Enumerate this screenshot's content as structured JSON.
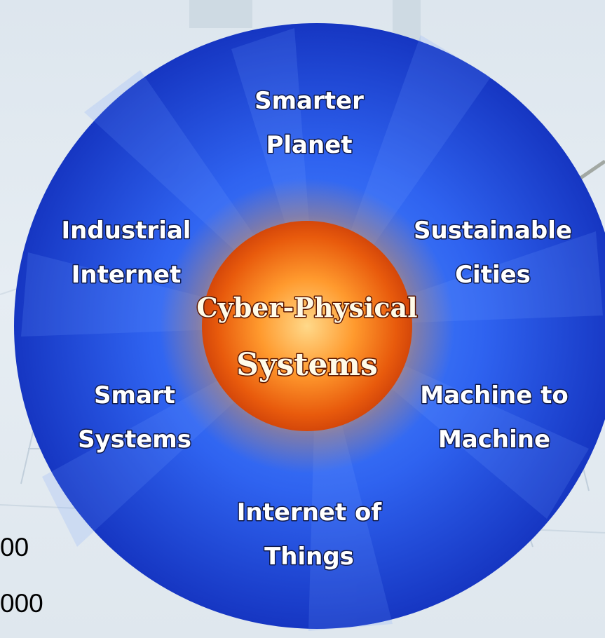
{
  "center": {
    "line1": "Cyber-Physical",
    "line2": "Systems"
  },
  "nodes": [
    {
      "id": "smarter-planet",
      "line1": "Smarter",
      "line2": "Planet"
    },
    {
      "id": "sustainable-cities",
      "line1": "Sustainable",
      "line2": "Cities"
    },
    {
      "id": "machine-to-machine",
      "line1": "Machine to",
      "line2": "Machine"
    },
    {
      "id": "internet-of-things",
      "line1": "Internet of",
      "line2": "Things"
    },
    {
      "id": "smart-systems",
      "line1": "Smart",
      "line2": "Systems"
    },
    {
      "id": "industrial-internet",
      "line1": "Industrial",
      "line2": "Internet"
    }
  ],
  "edge_text": {
    "line1": "00",
    "line2": "000"
  },
  "colors": {
    "disk_outer": "#1b3fd6",
    "disk_inner": "#3d7bff",
    "core_outer": "#e2500a",
    "core_inner": "#ffd27a",
    "background": "#e2eaf1"
  }
}
